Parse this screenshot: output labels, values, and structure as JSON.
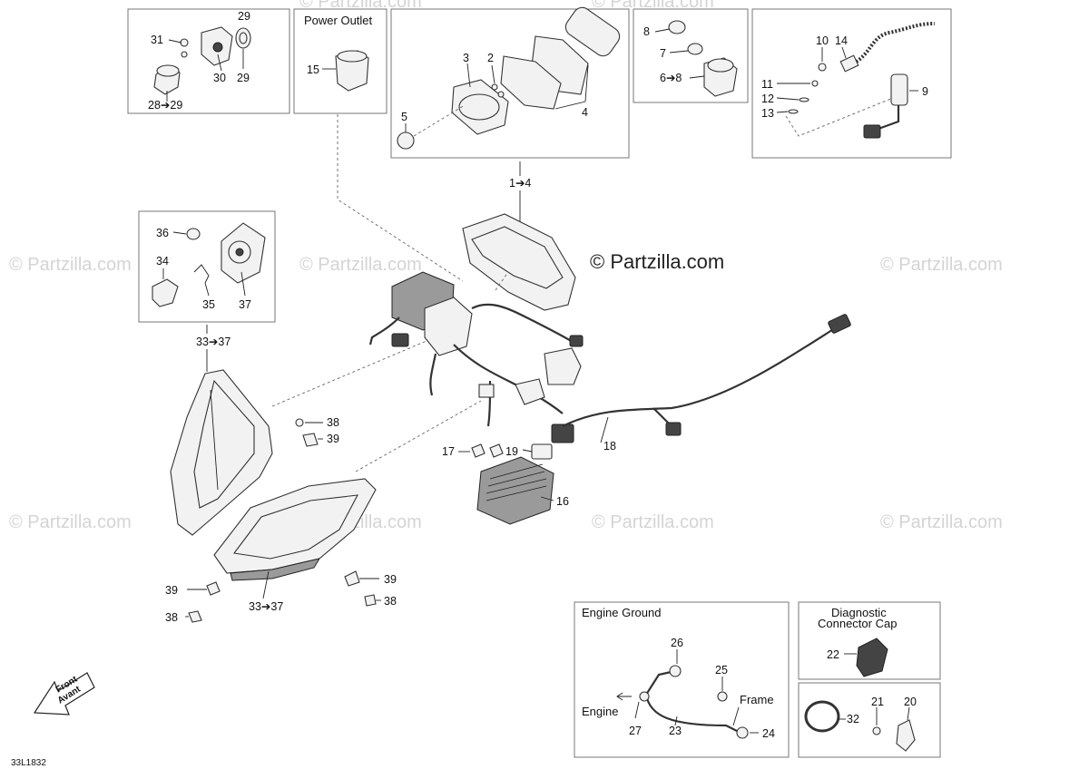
{
  "watermarks": [
    "© Partzilla.com",
    "© Partzilla.com",
    "© Partzilla.com",
    "© Partzilla.com",
    "© Partzilla.com",
    "© Partzilla.com",
    "© Partzilla.com",
    "© Partzilla.com",
    "© Partzilla.com"
  ],
  "copyright": "© Partzilla.com",
  "boxes": {
    "power_outlet": "Power Outlet",
    "engine_ground": "Engine Ground",
    "diagnostic_line1": "Diagnostic",
    "diagnostic_line2": "Connector Cap"
  },
  "labels": {
    "engine": "Engine",
    "frame": "Frame",
    "front": "Front",
    "avant": "Avant"
  },
  "diagram_code": "33L1832",
  "callouts": {
    "c31": "31",
    "c29a": "29",
    "c30": "30",
    "c29b": "29",
    "c28_29": "28➔29",
    "c15": "15",
    "c3": "3",
    "c2": "2",
    "c5": "5",
    "c4": "4",
    "c1_4": "1➔4",
    "c8a": "8",
    "c7": "7",
    "c6_8": "6➔8",
    "c10": "10",
    "c14": "14",
    "c11": "11",
    "c12": "12",
    "c13": "13",
    "c9": "9",
    "c36": "36",
    "c34": "34",
    "c35": "35",
    "c37": "37",
    "c33_37a": "33➔37",
    "c38a": "38",
    "c39a": "39",
    "c17": "17",
    "c19": "19",
    "c16": "16",
    "c18": "18",
    "c39b": "39",
    "c39c": "39",
    "c38b": "38",
    "c38c": "38",
    "c33_37b": "33➔37",
    "c26": "26",
    "c25": "25",
    "c27": "27",
    "c23": "23",
    "c24": "24",
    "c22": "22",
    "c21": "21",
    "c20": "20",
    "c32": "32"
  }
}
